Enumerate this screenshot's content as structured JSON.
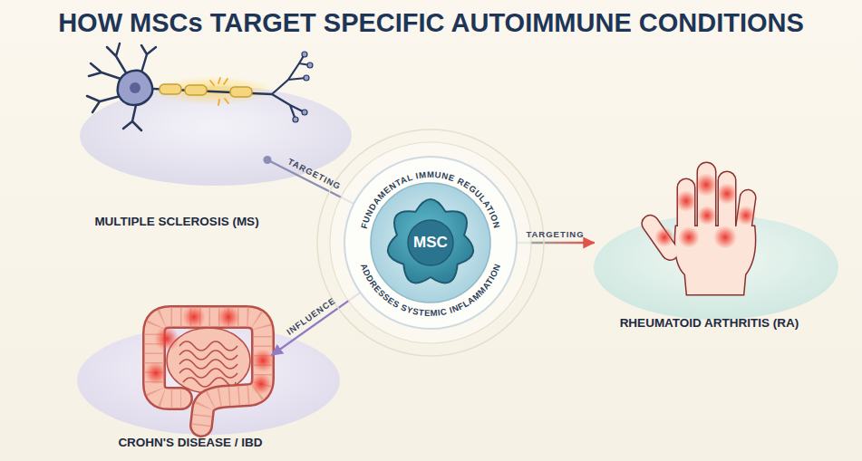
{
  "diagram": {
    "title": "HOW MSCs TARGET SPECIFIC AUTOIMMUNE CONDITIONS",
    "nodes": [
      {
        "text": [
          "MULTIPLE SCLEROSIS (MS)"
        ]
      },
      {
        "text": [
          "MSC",
          "FUNDAMENTAL IMMUNE REGULATION",
          "ADDRESSES SYSTEMIC INFLAMMATION"
        ]
      },
      {
        "text": [
          "RHEUMATOID ARTHRITIS (RA)"
        ]
      },
      {
        "text": [
          "CROHN'S DISEASE / IBD"
        ]
      }
    ],
    "edges": [
      {
        "from": 1,
        "to": 0,
        "arrow": "none",
        "label": "TARGETING"
      },
      {
        "from": 1,
        "to": 2,
        "arrow": "to",
        "label": "TARGETING"
      },
      {
        "from": 1,
        "to": 3,
        "arrow": "to",
        "label": "INFLUENCE"
      }
    ]
  }
}
